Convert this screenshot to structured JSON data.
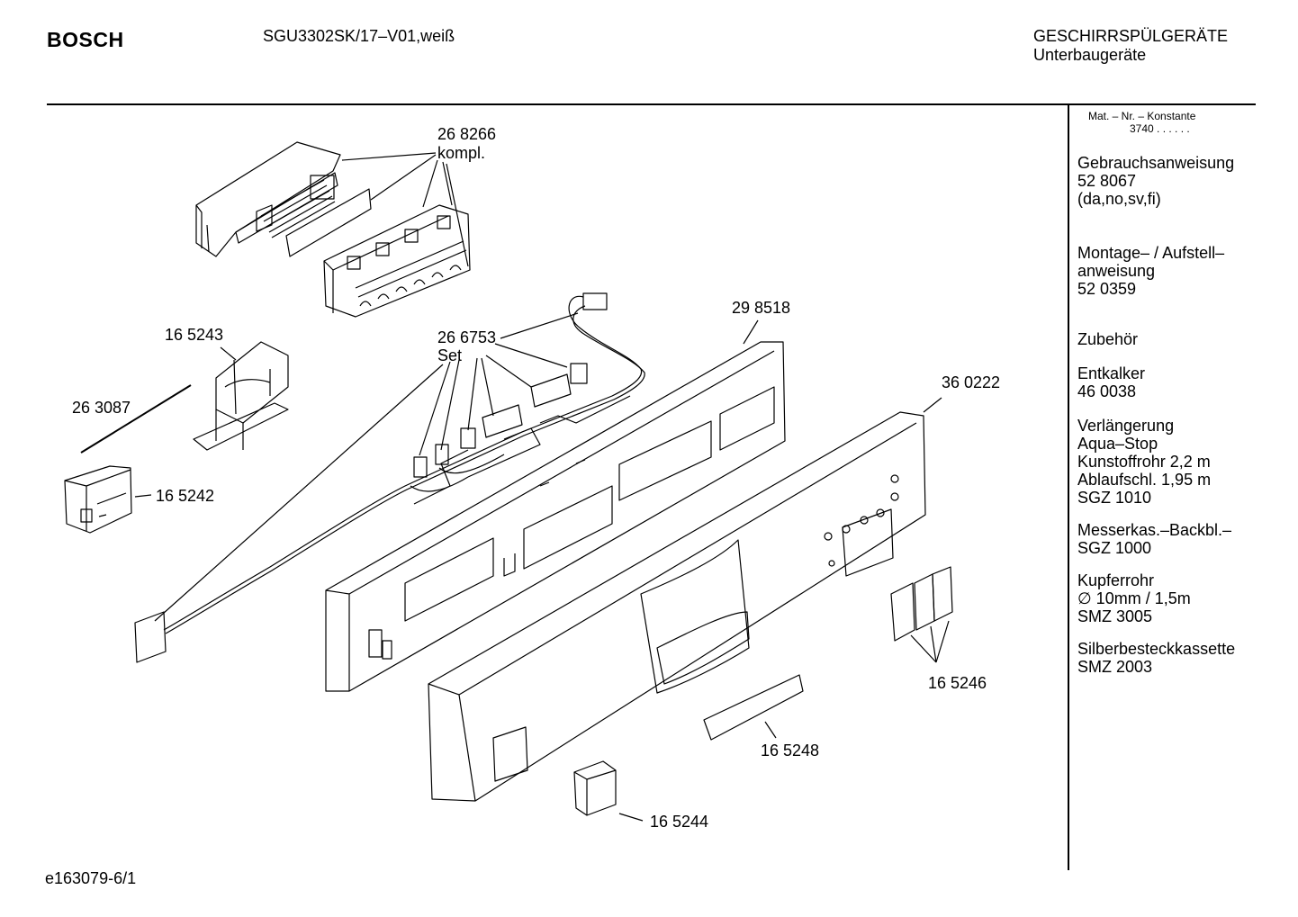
{
  "header": {
    "brand": "BOSCH",
    "model": "SGU3302SK/17–V01,weiß",
    "category_line1": "GESCHIRRSPÜLGERÄTE",
    "category_line2": "Unterbaugeräte"
  },
  "sidebar": {
    "mat_nr_label": "Mat. – Nr. – Konstante",
    "mat_nr_value": "3740  .  .  .  .  .  .",
    "entries": [
      {
        "lines": [
          "Gebrauchsanweisung",
          "52 8067",
          "(da,no,sv,fi)"
        ]
      },
      {
        "lines": [
          "Montage– / Aufstell–",
          "anweisung",
          "52 0359"
        ]
      },
      {
        "lines": [
          "Zubehör"
        ]
      },
      {
        "lines": [
          "Entkalker",
          "46 0038"
        ]
      },
      {
        "lines": [
          "Verlängerung",
          "Aqua–Stop",
          "Kunstoffrohr 2,2 m",
          "Ablaufschl. 1,95 m",
          "SGZ 1010"
        ]
      },
      {
        "lines": [
          "Messerkas.–Backbl.–",
          "SGZ 1000"
        ]
      },
      {
        "lines": [
          "Kupferrohr",
          "∅ 10mm / 1,5m",
          "SMZ 3005"
        ]
      },
      {
        "lines": [
          "Silberbesteckkassette",
          "SMZ 2003"
        ]
      }
    ]
  },
  "callouts": {
    "c268266": "26 8266",
    "c268266_sub": "kompl.",
    "c266753": "26 6753",
    "c266753_sub": "Set",
    "c298518": "29 8518",
    "c165243": "16 5243",
    "c263087": "26 3087",
    "c165242": "16 5242",
    "c360222": "36 0222",
    "c165246": "16 5246",
    "c165248": "16 5248",
    "c165244": "16 5244"
  },
  "footer": {
    "drawing_id": "e163079-6/1"
  }
}
